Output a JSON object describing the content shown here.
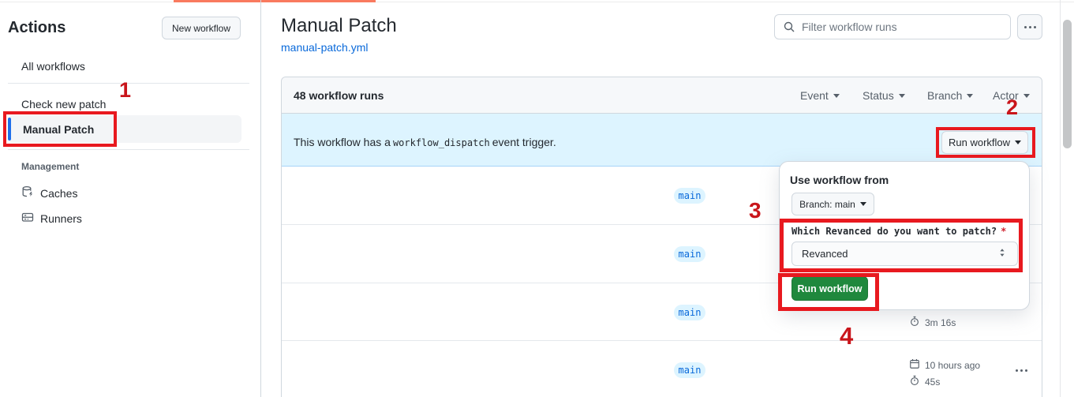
{
  "colors": {
    "accent_blue": "#1f6feb",
    "link_blue": "#0969da",
    "banner_blue": "#ddf4ff",
    "annotation_red": "#e8191f",
    "button_green": "#1f883d"
  },
  "annotations": {
    "n1": "1",
    "n2": "2",
    "n3": "3",
    "n4": "4"
  },
  "sidebar": {
    "title": "Actions",
    "new_workflow": "New workflow",
    "all_workflows": "All workflows",
    "check_new_patch": "Check new patch",
    "manual_patch": "Manual Patch",
    "management": "Management",
    "caches": "Caches",
    "runners": "Runners"
  },
  "main": {
    "title": "Manual Patch",
    "file_link": "manual-patch.yml",
    "filter_placeholder": "Filter workflow runs"
  },
  "table": {
    "count": "48 workflow runs",
    "filters": {
      "event": "Event",
      "status": "Status",
      "branch": "Branch",
      "actor": "Actor"
    },
    "banner": {
      "before": "This workflow has a",
      "code": "workflow_dispatch",
      "after": "event trigger.",
      "button": "Run workflow"
    },
    "rows": [
      {
        "branch": "main"
      },
      {
        "branch": "main"
      },
      {
        "branch": "main",
        "duration": "3m 16s"
      },
      {
        "branch": "main",
        "date": "10 hours ago",
        "duration": "45s"
      }
    ]
  },
  "panel": {
    "heading": "Use workflow from",
    "branch_selector": "Branch: main",
    "input_label": "Which Revanced do you want to patch?",
    "required": "*",
    "select_value": "Revanced",
    "run_button": "Run workflow"
  }
}
